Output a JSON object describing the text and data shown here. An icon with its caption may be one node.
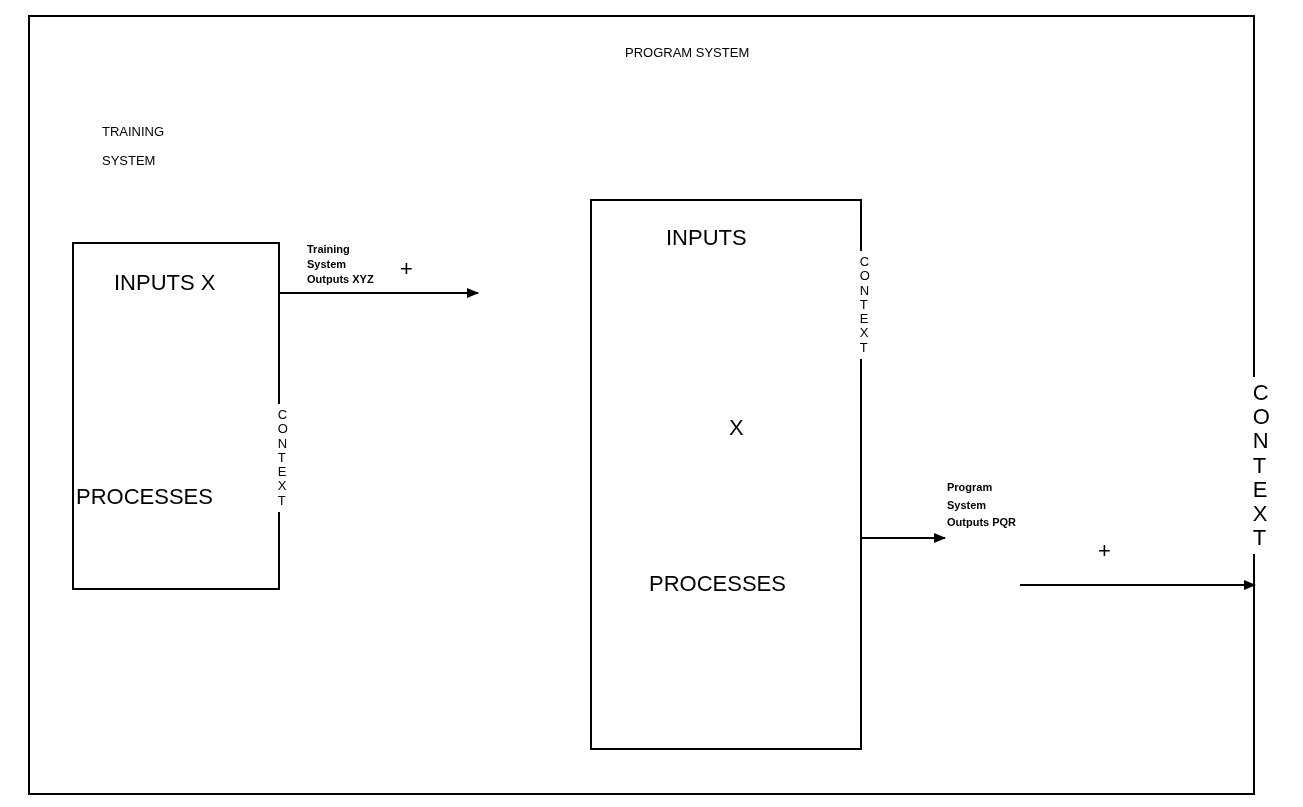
{
  "diagram": {
    "nodes": [
      {
        "text": [
          "CONTEXT"
        ]
      },
      {
        "text": [
          "INPUTS X",
          "PROCESSES",
          "CONTEXT"
        ],
        "in": 0
      },
      {
        "text": [
          "INPUTS",
          "X",
          "PROCESSES",
          "CONTEXT"
        ],
        "in": 0
      },
      {
        "text": [
          "Training System Outputs XYZ"
        ],
        "in": 0
      },
      {
        "text": [
          "Program System Outputs PQR"
        ],
        "in": 0
      }
    ],
    "edges": [
      {
        "from": 1,
        "to": null,
        "arrow": "to"
      },
      {
        "from": 2,
        "to": 4,
        "arrow": "to"
      },
      {
        "from": 4,
        "to": 0,
        "arrow": "to"
      }
    ],
    "labels": [
      "PROGRAM SYSTEM",
      "TRAINING SYSTEM",
      "+",
      "+"
    ]
  }
}
